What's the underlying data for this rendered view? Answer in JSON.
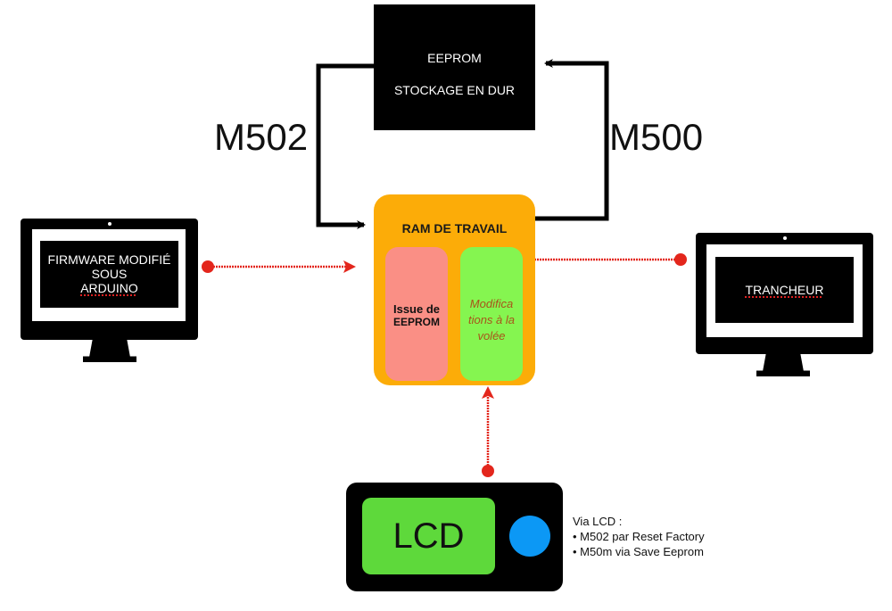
{
  "eeprom": {
    "line1": "EEPROM",
    "line2": "STOCKAGE EN DUR"
  },
  "arrows": {
    "left_label": "M502",
    "right_label": "M500"
  },
  "ram": {
    "title": "RAM DE TRAVAIL",
    "left_block": {
      "line1": "Issue de",
      "line2": "EEPROM"
    },
    "right_block": {
      "line1": "Modifica",
      "line2": "tions à la",
      "line3": "volée"
    }
  },
  "monitor_left": {
    "line1": "FIRMWARE MODIFIÉ",
    "line2": "SOUS",
    "line3": "ARDUINO"
  },
  "monitor_right": {
    "line1": "TRANCHEUR"
  },
  "lcd": {
    "label": "LCD",
    "notes": {
      "title": "Via LCD :",
      "items": [
        "M502 par Reset Factory",
        "M50m via Save Eeprom"
      ]
    }
  },
  "colors": {
    "ram": "#fcac08",
    "ram_left": "#fa8f85",
    "ram_right": "#85f550",
    "lcd_screen": "#5ed93b",
    "lcd_knob": "#0c98f5",
    "connector_red": "#e3261c"
  }
}
